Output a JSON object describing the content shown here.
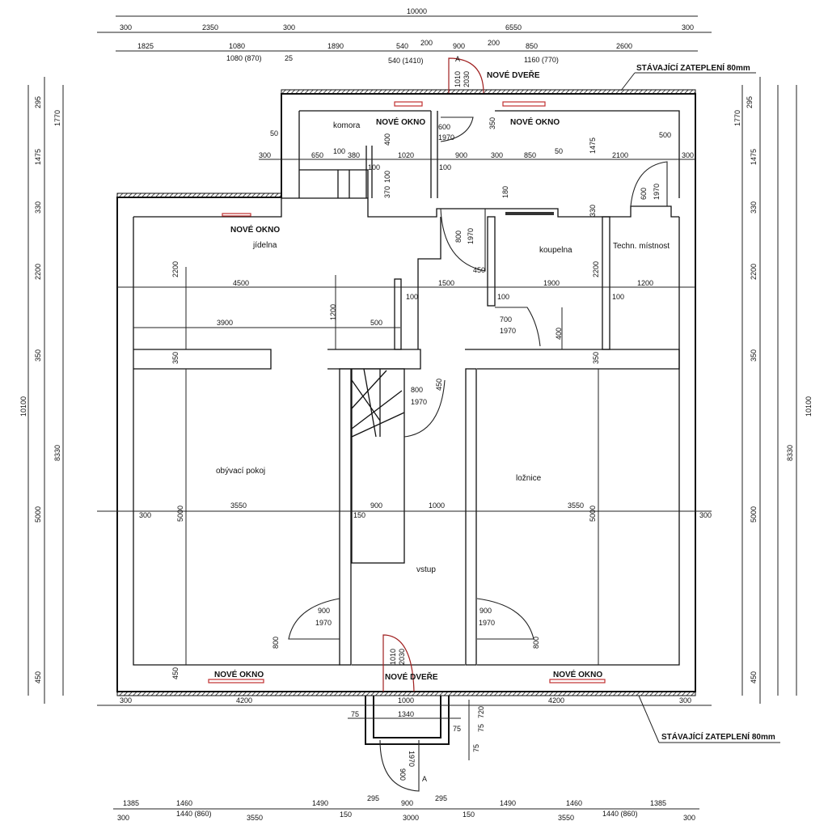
{
  "rooms": {
    "komora": "komora",
    "jidelna": "jídelna",
    "koupelna": "koupelna",
    "techn": "Techn. místnost",
    "obyvaci": "obývací pokoj",
    "loznice": "ložnice",
    "vstup": "vstup"
  },
  "labels": {
    "new_window": "NOVÉ OKNO",
    "new_door": "NOVÉ DVEŘE",
    "insulation": "STÁVAJÍCÍ ZATEPLENÍ 80mm",
    "section_mark": "A"
  },
  "dims": {
    "top1": [
      "10000"
    ],
    "top2": [
      "300",
      "2350",
      "300",
      "6550",
      "300"
    ],
    "top3": [
      "1825",
      "1080",
      "1890",
      "540",
      "200",
      "900",
      "200",
      "850",
      "2600"
    ],
    "top3_sub": [
      "1080 (870)",
      "25",
      "540 (1410)",
      "1160 (770)"
    ],
    "side_inner": [
      "295",
      "1475",
      "330",
      "2200",
      "350",
      "5000",
      "450"
    ],
    "side_mid": [
      "1770",
      "8330"
    ],
    "side_total": [
      "10100"
    ],
    "bottom1": [
      "300",
      "4200",
      "1000",
      "4200",
      "300"
    ],
    "bottom2": [
      "75",
      "1340",
      "75",
      "720",
      "75",
      "75"
    ],
    "bottom3": [
      "1385",
      "1460",
      "1490",
      "295",
      "900",
      "295",
      "1490",
      "1460",
      "1385"
    ],
    "bottom3_sub": [
      "1440 (860)",
      "150",
      "150",
      "1440 (860)"
    ],
    "bottom4": [
      "300",
      "3550",
      "3000",
      "3550",
      "300"
    ],
    "interior": [
      "650",
      "100",
      "380",
      "1020",
      "100",
      "100",
      "400",
      "370",
      "600",
      "1970",
      "100",
      "900",
      "300",
      "850",
      "50",
      "1475",
      "2100",
      "500",
      "300",
      "350",
      "180",
      "330",
      "600",
      "1970",
      "800",
      "1970",
      "450",
      "2200",
      "4500",
      "1500",
      "1900",
      "1200",
      "100",
      "100",
      "100",
      "1200",
      "3900",
      "500",
      "700",
      "1970",
      "400",
      "350",
      "350",
      "800",
      "1970",
      "450",
      "300",
      "5000",
      "3550",
      "150",
      "900",
      "1000",
      "3550",
      "5000",
      "300",
      "900",
      "1970",
      "800",
      "900",
      "1970",
      "800",
      "450",
      "1010",
      "2030",
      "1010",
      "2030",
      "900",
      "1970",
      "300",
      "50"
    ]
  }
}
